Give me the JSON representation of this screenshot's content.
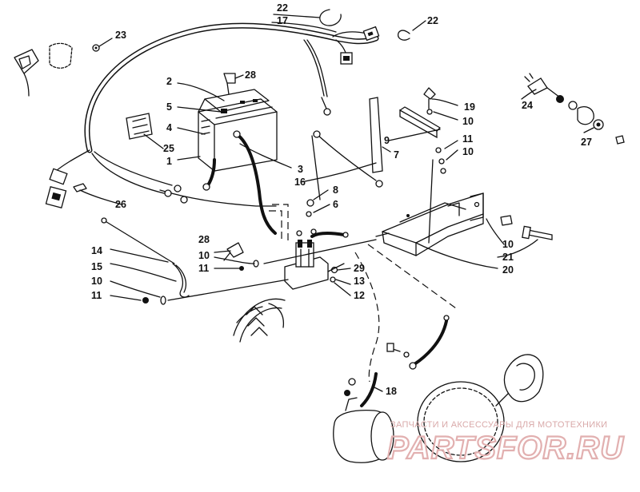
{
  "labels": {
    "c1": "1",
    "c2": "2",
    "c3": "3",
    "c4": "4",
    "c5": "5",
    "c6": "6",
    "c7": "7",
    "c8": "8",
    "c9": "9",
    "c10a": "10",
    "c10b": "10",
    "c10c": "10",
    "c10d": "10",
    "c10e": "10",
    "c11a": "11",
    "c11b": "11",
    "c11c": "11",
    "c12": "12",
    "c13": "13",
    "c14": "14",
    "c15": "15",
    "c16": "16",
    "c17": "17",
    "c18": "18",
    "c19": "19",
    "c20": "20",
    "c21": "21",
    "c22a": "22",
    "c22b": "22",
    "c23": "23",
    "c24": "24",
    "c25": "25",
    "c26": "26",
    "c27": "27",
    "c28a": "28",
    "c28b": "28",
    "c29": "29"
  },
  "watermark": {
    "tagline": "ЗАПЧАСТИ И АКСЕССУАРЫ ДЛЯ МОТОТЕХНИКИ",
    "brand": "PARTSFOR.RU"
  },
  "colors": {
    "ink": "#111111",
    "watermark": "#e2b0b0"
  }
}
